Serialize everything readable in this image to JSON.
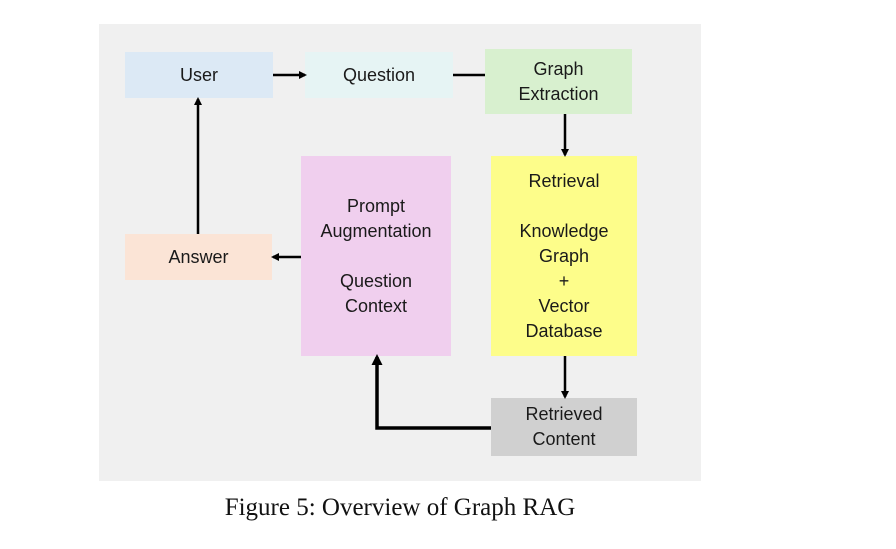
{
  "diagram": {
    "nodes": {
      "user": {
        "lines": [
          "User"
        ],
        "color": "#dce9f5"
      },
      "question": {
        "lines": [
          "Question"
        ],
        "color": "#e6f4f4"
      },
      "graph_extraction": {
        "lines": [
          "Graph",
          "Extraction"
        ],
        "color": "#d8f0cf"
      },
      "retrieval": {
        "lines": [
          "Retrieval",
          "",
          "Knowledge",
          "Graph",
          "+",
          "Vector",
          "Database"
        ],
        "color": "#fdfd8a"
      },
      "prompt_augmentation": {
        "lines": [
          "Prompt",
          "Augmentation",
          "",
          "Question",
          "Context"
        ],
        "color": "#f0cfee"
      },
      "answer": {
        "lines": [
          "Answer"
        ],
        "color": "#fbe4d6"
      },
      "retrieved_content": {
        "lines": [
          "Retrieved",
          "Content"
        ],
        "color": "#d0d0d0"
      }
    },
    "edges": [
      {
        "from": "user",
        "to": "question"
      },
      {
        "from": "question",
        "to": "graph_extraction"
      },
      {
        "from": "graph_extraction",
        "to": "retrieval"
      },
      {
        "from": "retrieval",
        "to": "retrieved_content"
      },
      {
        "from": "retrieved_content",
        "to": "prompt_augmentation"
      },
      {
        "from": "prompt_augmentation",
        "to": "answer"
      },
      {
        "from": "answer",
        "to": "user"
      }
    ]
  },
  "caption": "Figure 5: Overview of Graph RAG"
}
